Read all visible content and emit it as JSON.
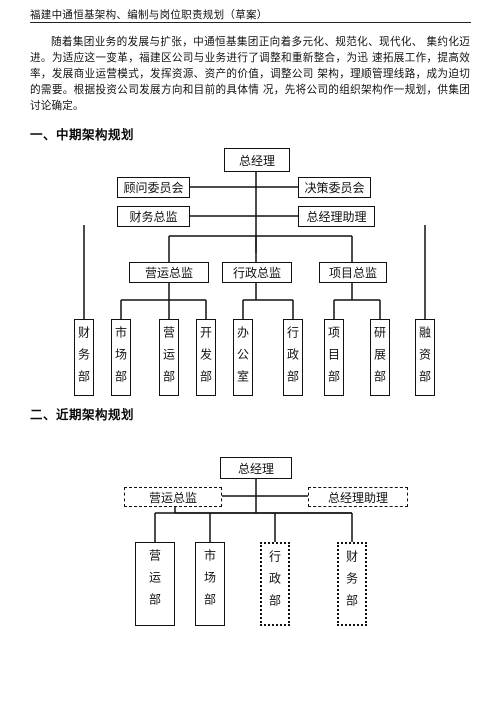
{
  "document": {
    "header": "福建中通恒基架构、编制与岗位职责规划（草案）",
    "intro": "随着集团业务的发展与扩张，中通恒基集团正向着多元化、规范化、现代化、 集约化迈进。为适应这一变革，福建区公司与业务进行了调整和重新整合，为迅 速拓展工作，提高效率，发展商业运营模式，发挥资源、资产的价值，调整公司 架构，理顺管理线路，成为迫切的需要。根据投资公司发展方向和目前的具体情 况，先将公司的组织架构作一规划，供集团讨论确定。",
    "section1_title": "一、中期架构规划",
    "section2_title": "二、近期架构规划"
  },
  "mid_term": {
    "general_manager": "总经理",
    "advisory_committee": "顾问委员会",
    "decision_committee": "决策委员会",
    "finance_director": "财务总监",
    "gm_assistant": "总经理助理",
    "operations_director": "营运总监",
    "admin_director": "行政总监",
    "project_director": "项目总监",
    "departments": [
      "财务部",
      "市场部",
      "营运部",
      "开发部",
      "办公室",
      "行政部",
      "项目部",
      "研展部",
      "融资部"
    ]
  },
  "near_term": {
    "general_manager": "总经理",
    "operations_director": "营运总监",
    "gm_assistant": "总经理助理",
    "departments": [
      "营运部",
      "市场部",
      "行政部",
      "财务部"
    ]
  }
}
